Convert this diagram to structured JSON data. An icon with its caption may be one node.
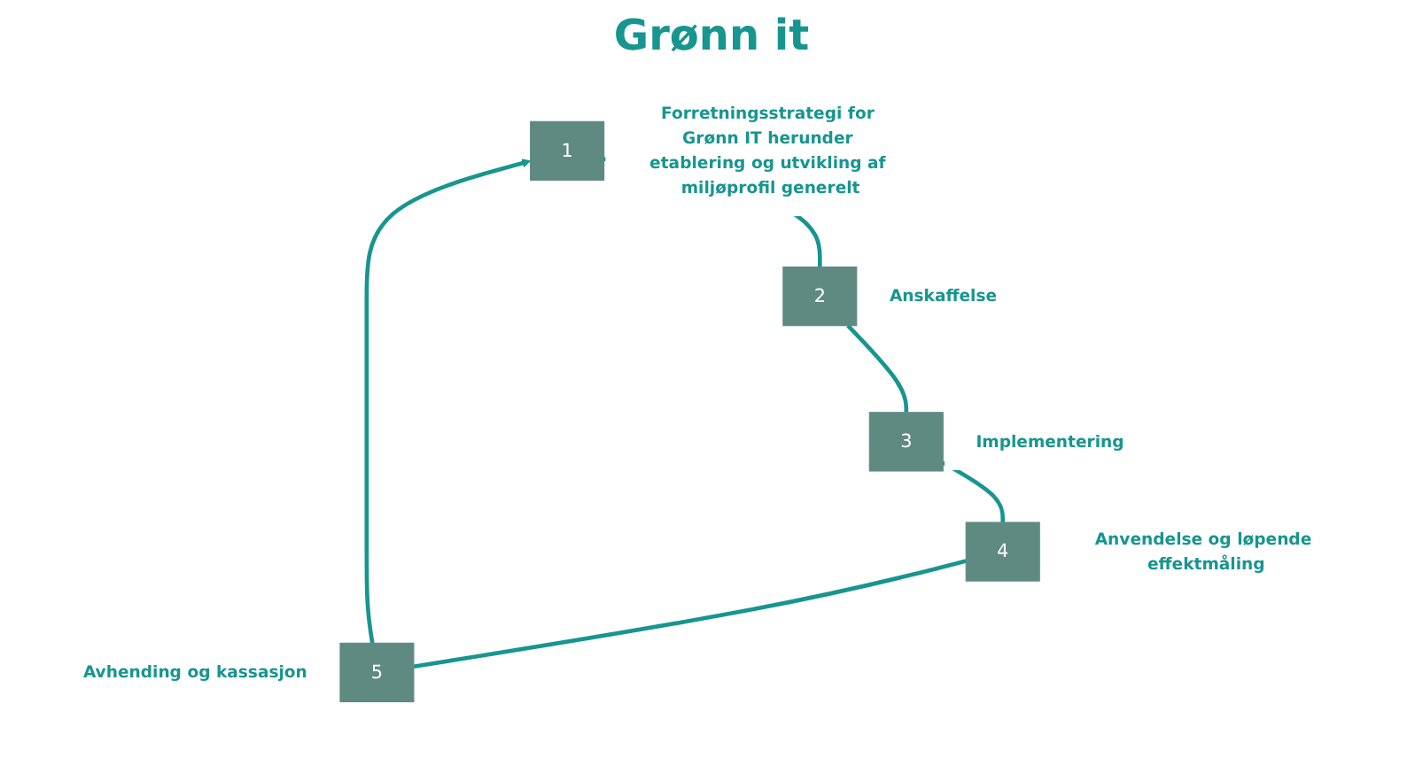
{
  "diagram": {
    "title": "Grønn it",
    "nodes": [
      {
        "text": [
          "1"
        ],
        "beside": [
          "Forretningsstrategi for Grønn IT herunder etablering og utvikling af miljøprofil generelt"
        ]
      },
      {
        "text": [
          "2"
        ],
        "beside": [
          "Anskaffelse"
        ]
      },
      {
        "text": [
          "3"
        ],
        "beside": [
          "Implementering"
        ]
      },
      {
        "text": [
          "4"
        ],
        "beside": [
          "Anvendelse og løpende effektmåling"
        ]
      },
      {
        "text": [
          "5"
        ],
        "beside": [
          "Avhending og kassasjon"
        ]
      }
    ],
    "edges": [
      {
        "from": 0,
        "to": 1,
        "arrow": "none"
      },
      {
        "from": 1,
        "to": 2,
        "arrow": "none"
      },
      {
        "from": 2,
        "to": 3,
        "arrow": "none"
      },
      {
        "from": 3,
        "to": 4,
        "arrow": "none"
      },
      {
        "from": 4,
        "to": 0,
        "arrow": "to"
      }
    ]
  }
}
